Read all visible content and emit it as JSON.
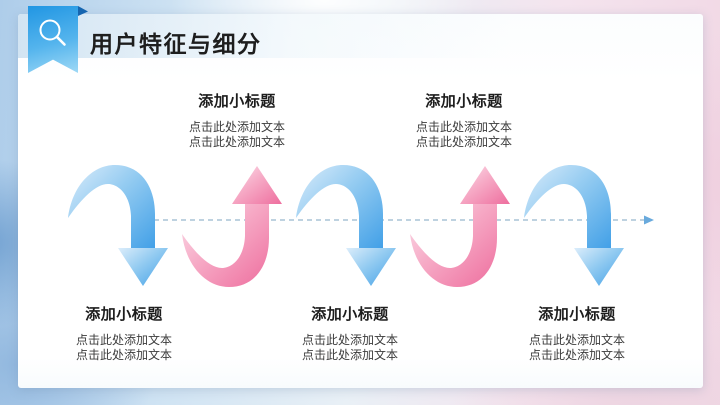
{
  "slide": {
    "title": "用户特征与细分"
  },
  "icons": {
    "ribbon_icon": "magnifier-icon"
  },
  "diagram": {
    "type": "alternating-process-arrows",
    "arrow_sequence": [
      "blue-down",
      "pink-up",
      "blue-down",
      "pink-up",
      "blue-down"
    ],
    "timeline": "dashed-right-arrow"
  },
  "colors": {
    "ribbon_top": "#2196e3",
    "ribbon_bottom": "#9fd9f6",
    "ribbon_fold": "#1565b0",
    "blue_arrow_light": "#dcedfb",
    "blue_arrow_dark": "#42a0e7",
    "pink_arrow_light": "#fbdeea",
    "pink_arrow_dark": "#ee6e9e",
    "dashed_line": "#a9c3d6",
    "dashed_arrowhead": "#69aadd",
    "title_text": "#1e1e1e",
    "card_background": "#ffffff"
  },
  "blocks": {
    "top": [
      {
        "heading": "添加小标题",
        "lines": [
          "点击此处添加文本",
          "点击此处添加文本"
        ]
      },
      {
        "heading": "添加小标题",
        "lines": [
          "点击此处添加文本",
          "点击此处添加文本"
        ]
      }
    ],
    "bottom": [
      {
        "heading": "添加小标题",
        "lines": [
          "点击此处添加文本",
          "点击此处添加文本"
        ]
      },
      {
        "heading": "添加小标题",
        "lines": [
          "点击此处添加文本",
          "点击此处添加文本"
        ]
      },
      {
        "heading": "添加小标题",
        "lines": [
          "点击此处添加文本",
          "点击此处添加文本"
        ]
      }
    ]
  }
}
